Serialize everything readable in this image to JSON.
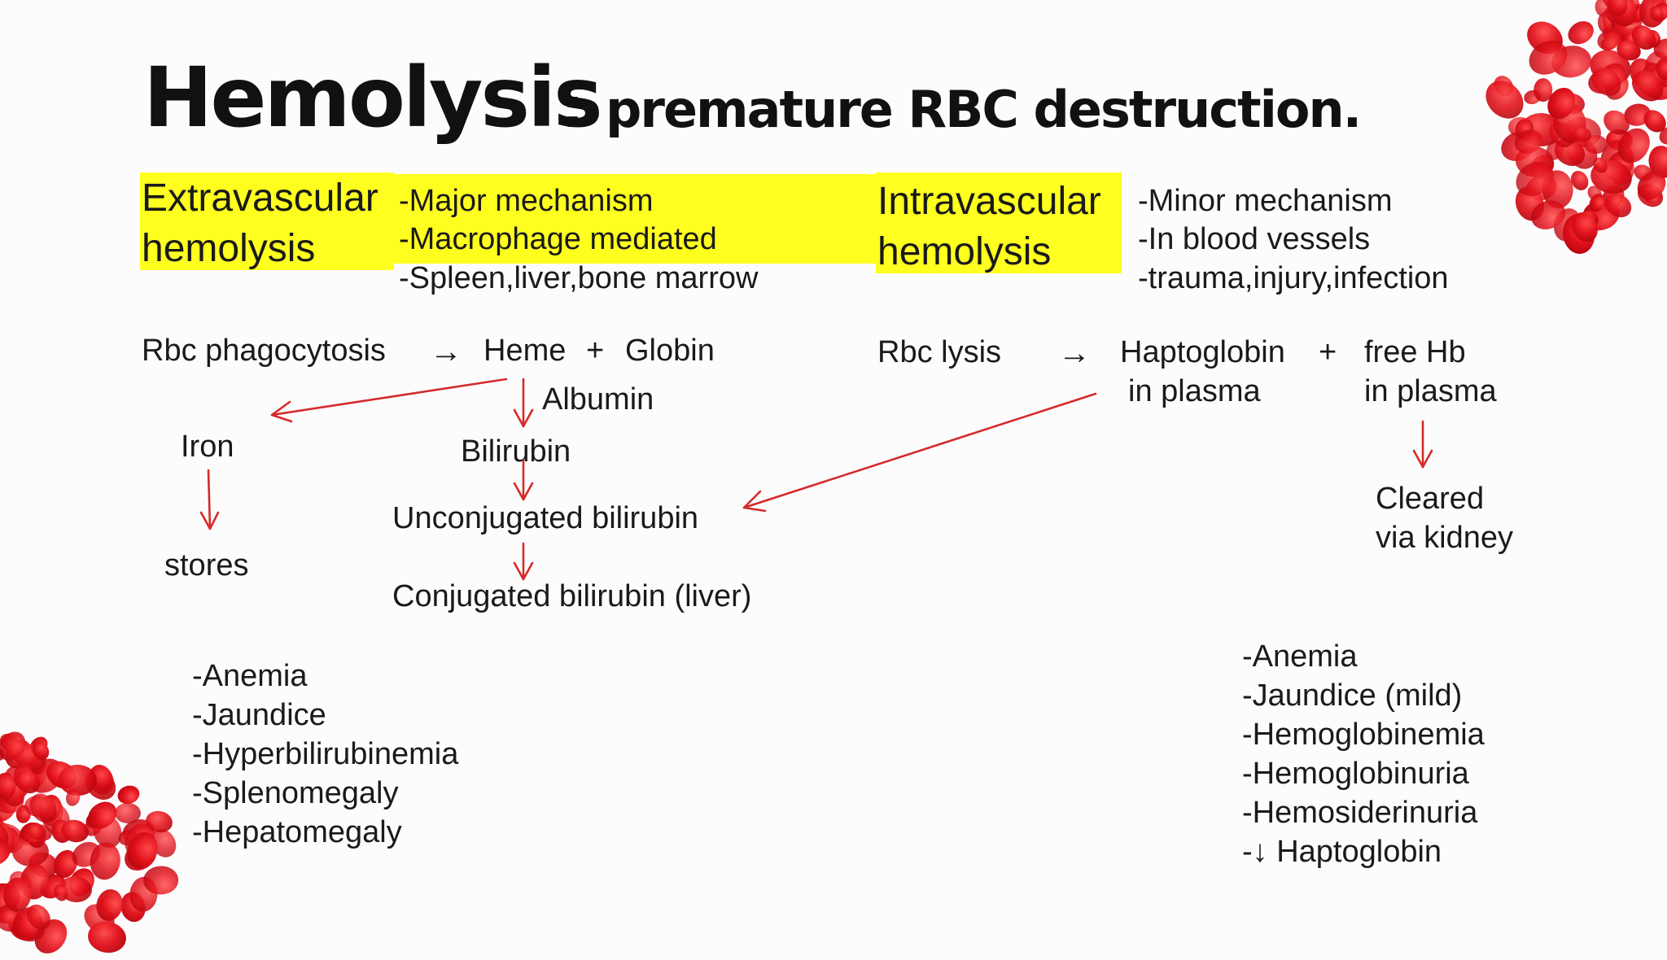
{
  "title": "Hemolysis",
  "colon": ":",
  "subtitle": "premature RBC destruction.",
  "extravascular": {
    "heading_line1": "Extravascular",
    "heading_line2": "hemolysis",
    "features": [
      "-Major mechanism",
      "-Macrophage mediated",
      "-Spleen,liver,bone marrow"
    ],
    "pathway": {
      "start": "Rbc phagocytosis",
      "arrow": "→",
      "heme": "Heme",
      "plus": "+",
      "globin": "Globin",
      "albumin": "Albumin",
      "iron": "Iron",
      "stores": "stores",
      "bilirubin": "Bilirubin",
      "unconjugated": "Unconjugated bilirubin",
      "conjugated": "Conjugated bilirubin (liver)"
    },
    "findings": [
      "-Anemia",
      "-Jaundice",
      "-Hyperbilirubinemia",
      "-Splenomegaly",
      "-Hepatomegaly"
    ]
  },
  "intravascular": {
    "heading_line1": "Intravascular",
    "heading_line2": "hemolysis",
    "features": [
      "-Minor mechanism",
      "-In blood vessels",
      "-trauma,injury,infection"
    ],
    "pathway": {
      "start": "Rbc lysis",
      "arrow": "→",
      "haptoglobin_line1": "Haptoglobin",
      "haptoglobin_line2": "in plasma",
      "plus": "+",
      "freehb_line1": "free Hb",
      "freehb_line2": "in plasma",
      "cleared_line1": "Cleared",
      "cleared_line2": "via kidney"
    },
    "findings": [
      "-Anemia",
      "-Jaundice (mild)",
      "-Hemoglobinemia",
      "-Hemoglobinuria",
      "-Hemosiderinuria",
      "-↓ Haptoglobin"
    ]
  },
  "colors": {
    "highlight": "#ffff1f",
    "arrow": "#d42a2a",
    "rbc": "#e0101a"
  }
}
